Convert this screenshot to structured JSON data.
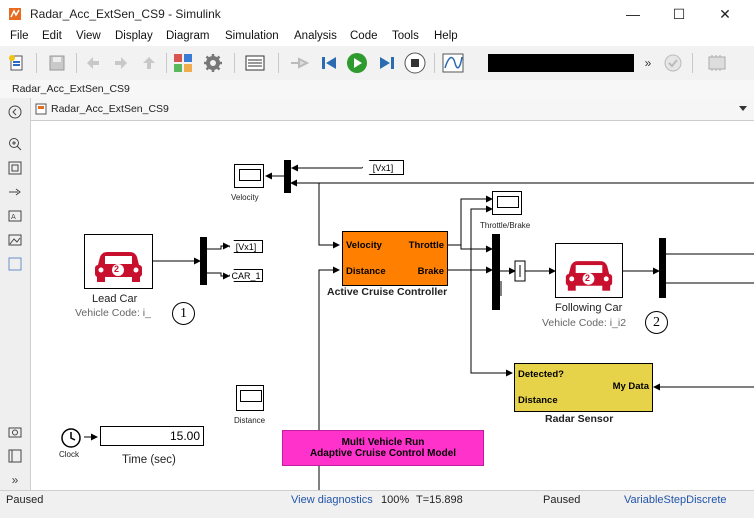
{
  "window": {
    "title": "Radar_Acc_ExtSen_CS9 - Simulink",
    "controls": {
      "minimize": "—",
      "maximize": "☐",
      "close": "✕"
    }
  },
  "menu": [
    "File",
    "Edit",
    "View",
    "Display",
    "Diagram",
    "Simulation",
    "Analysis",
    "Code",
    "Tools",
    "Help"
  ],
  "breadcrumb": "Radar_Acc_ExtSen_CS9",
  "canvas_tab": "Radar_Acc_ExtSen_CS9",
  "blocks": {
    "lead_car": {
      "label": "Lead Car",
      "sublabel": "Vehicle Code: i_",
      "badge": "2"
    },
    "following_car": {
      "label": "Following Car",
      "sublabel": "Vehicle Code: i_i2",
      "badge": "2"
    },
    "marker_1": "1",
    "marker_2": "2",
    "velocity_scope": "Velocity",
    "throttle_scope": "Throttle/Brake",
    "distance_scope": "Distance",
    "goto_vx1_top": "[Vx1]",
    "goto_vx1_left": "[Vx1]",
    "goto_car1": "CAR_1",
    "acc": {
      "title": "Active Cruise Controller",
      "in1": "Velocity",
      "in2": "Distance",
      "out1": "Throttle",
      "out2": "Brake"
    },
    "radar": {
      "title": "Radar Sensor",
      "in1": "Detected?",
      "in2": "Distance",
      "out1": "My Data"
    },
    "clock": "Clock",
    "time_display": {
      "value": "15.00",
      "label": "Time (sec)"
    },
    "annotation": {
      "line1": "Multi Vehicle Run",
      "line2": "Adaptive Cruise Control Model"
    }
  },
  "status": {
    "left": "Paused",
    "diagnostics": "View diagnostics",
    "zoom": "100%",
    "time": "T=15.898",
    "state": "Paused",
    "solver": "VariableStepDiscrete"
  },
  "colors": {
    "acc_block": "#ff8000",
    "radar_block": "#e7d34a",
    "annotation": "#ff33cc",
    "car_red": "#c8102e",
    "run_green": "#2e9b2e"
  }
}
